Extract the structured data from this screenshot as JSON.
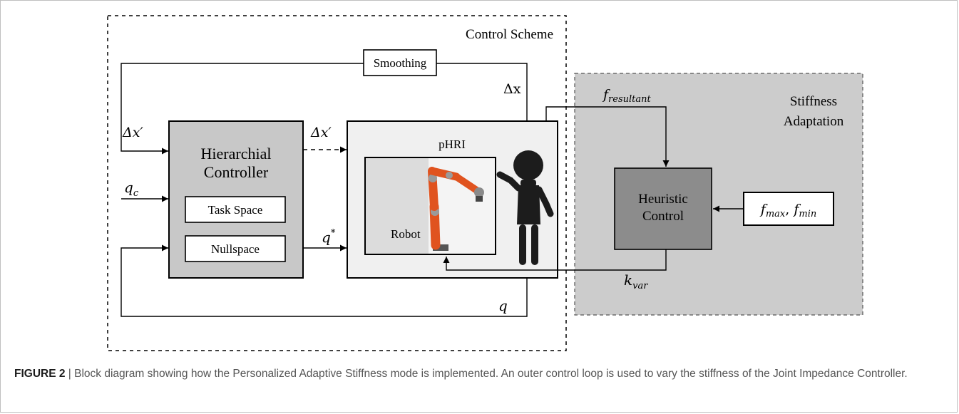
{
  "diagram": {
    "control_scheme_title": "Control Scheme",
    "stiffness_title_line1": "Stiffness",
    "stiffness_title_line2": "Adaptation",
    "smoothing": "Smoothing",
    "controller_line1": "Hierarchial",
    "controller_line2": "Controller",
    "task_space": "Task Space",
    "nullspace": "Nullspace",
    "phri": "pHRI",
    "robot": "Robot",
    "heuristic_line1": "Heuristic",
    "heuristic_line2": "Control",
    "labels": {
      "delta_x": "Δx",
      "delta_x_prime": "Δx′",
      "q_c_base": "q",
      "q_c_sub": "c",
      "q_star_base": "q",
      "q_star_sup": "*",
      "q": "q",
      "f_res_base": "f",
      "f_res_sub": "resultant",
      "f_max_base": "f",
      "f_max_sub": "max",
      "f_min_base": "f",
      "f_min_sub": "min",
      "k_var_base": "k",
      "k_var_sub": "var"
    }
  },
  "caption": {
    "label": "FIGURE 2",
    "separator": " | ",
    "text": "Block diagram showing how the Personalized Adaptive Stiffness mode is implemented. An outer control loop is used to vary the stiffness of the Joint Impedance Controller."
  },
  "colors": {
    "stiffness_bg": "#cccccc",
    "controller_fill": "#c8c8c8",
    "heuristic_fill": "#8c8c8c",
    "phri_fill": "#f0f0f0",
    "robot_arm": "#e0531f"
  }
}
